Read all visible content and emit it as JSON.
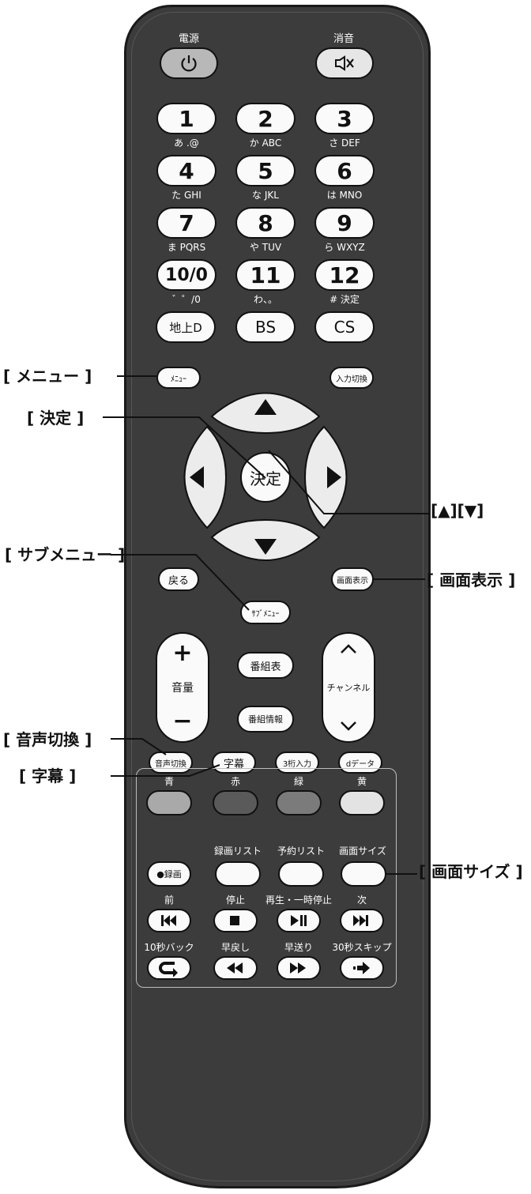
{
  "power": {
    "label": "電源",
    "icon": "power-icon"
  },
  "mute": {
    "label": "消音",
    "icon": "mute-icon"
  },
  "numbers": [
    {
      "n": "1",
      "sub": "あ .@"
    },
    {
      "n": "2",
      "sub": "か ABC"
    },
    {
      "n": "3",
      "sub": "さ DEF"
    },
    {
      "n": "4",
      "sub": "た GHI"
    },
    {
      "n": "5",
      "sub": "な JKL"
    },
    {
      "n": "6",
      "sub": "は MNO"
    },
    {
      "n": "7",
      "sub": "ま PQRS"
    },
    {
      "n": "8",
      "sub": "や TUV"
    },
    {
      "n": "9",
      "sub": "ら WXYZ"
    },
    {
      "n": "10/0",
      "sub": "゛゜/0"
    },
    {
      "n": "11",
      "sub": "わ、。"
    },
    {
      "n": "12",
      "sub": "# 決定"
    }
  ],
  "broadcast": {
    "terrestrial": "地上D",
    "bs": "BS",
    "cs": "CS"
  },
  "menu": "ﾒﾆｭｰ",
  "input_switch": "入力切換",
  "ok": "決定",
  "back": "戻る",
  "display": "画面表示",
  "submenu": "ｻﾌﾞﾒﾆｭｰ",
  "volume": "音量",
  "channel": "チャンネル",
  "guide": "番組表",
  "program_info": "番組情報",
  "row_func": {
    "audio": "音声切換",
    "subtitle": "字幕",
    "digit3": "3桁入力",
    "data": "dデータ"
  },
  "colors": {
    "labels": [
      "青",
      "赤",
      "緑",
      "黄"
    ],
    "hex": [
      "#a9a9a9",
      "#5a5a5a",
      "#7b7b7b",
      "#e3e3e3"
    ]
  },
  "rec_row": {
    "rec": "●録画",
    "rec_list": "録画リスト",
    "reserve_list": "予約リスト",
    "screen_size": "画面サイズ"
  },
  "transport_labels": [
    "前",
    "停止",
    "再生・一時停止",
    "次"
  ],
  "transport_icons": [
    "prev-icon",
    "stop-icon",
    "play-pause-icon",
    "next-icon"
  ],
  "skip_labels": [
    "10秒バック",
    "早戻し",
    "早送り",
    "30秒スキップ"
  ],
  "skip_icons": [
    "replay-icon",
    "rewind-icon",
    "fast-forward-icon",
    "skip-icon"
  ],
  "callouts": {
    "menu": "[ メニュー ]",
    "ok": "[ 決定 ]",
    "arrows": "[▲][▼]",
    "submenu": "[ サブメニュー ]",
    "display": "[ 画面表示 ]",
    "audio": "[ 音声切換 ]",
    "subtitle": "[ 字幕 ]",
    "screen_size": "[ 画面サイズ ]"
  }
}
